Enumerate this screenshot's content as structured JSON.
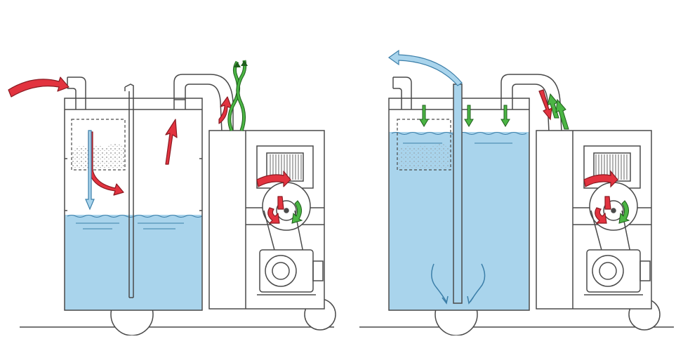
{
  "figure": {
    "panels": [
      {
        "id": "left",
        "state": "water-level-low"
      },
      {
        "id": "right",
        "state": "tank-full"
      }
    ],
    "colors": {
      "water": "#a9d4ec",
      "water_line": "#3c7fa9",
      "line": "#4a4a4a",
      "air_arrow": "#e2333f",
      "air_arrow_outline": "#8a1a22",
      "flow_arrow": "#4bb544",
      "flow_arrow_outline": "#1f5e1c",
      "blue_arrow": "#a9d4ec",
      "debris": "#9a9a9a"
    },
    "icons": [
      "fan-icon",
      "motor-icon",
      "filter-bag-icon",
      "wheel-icon"
    ]
  }
}
